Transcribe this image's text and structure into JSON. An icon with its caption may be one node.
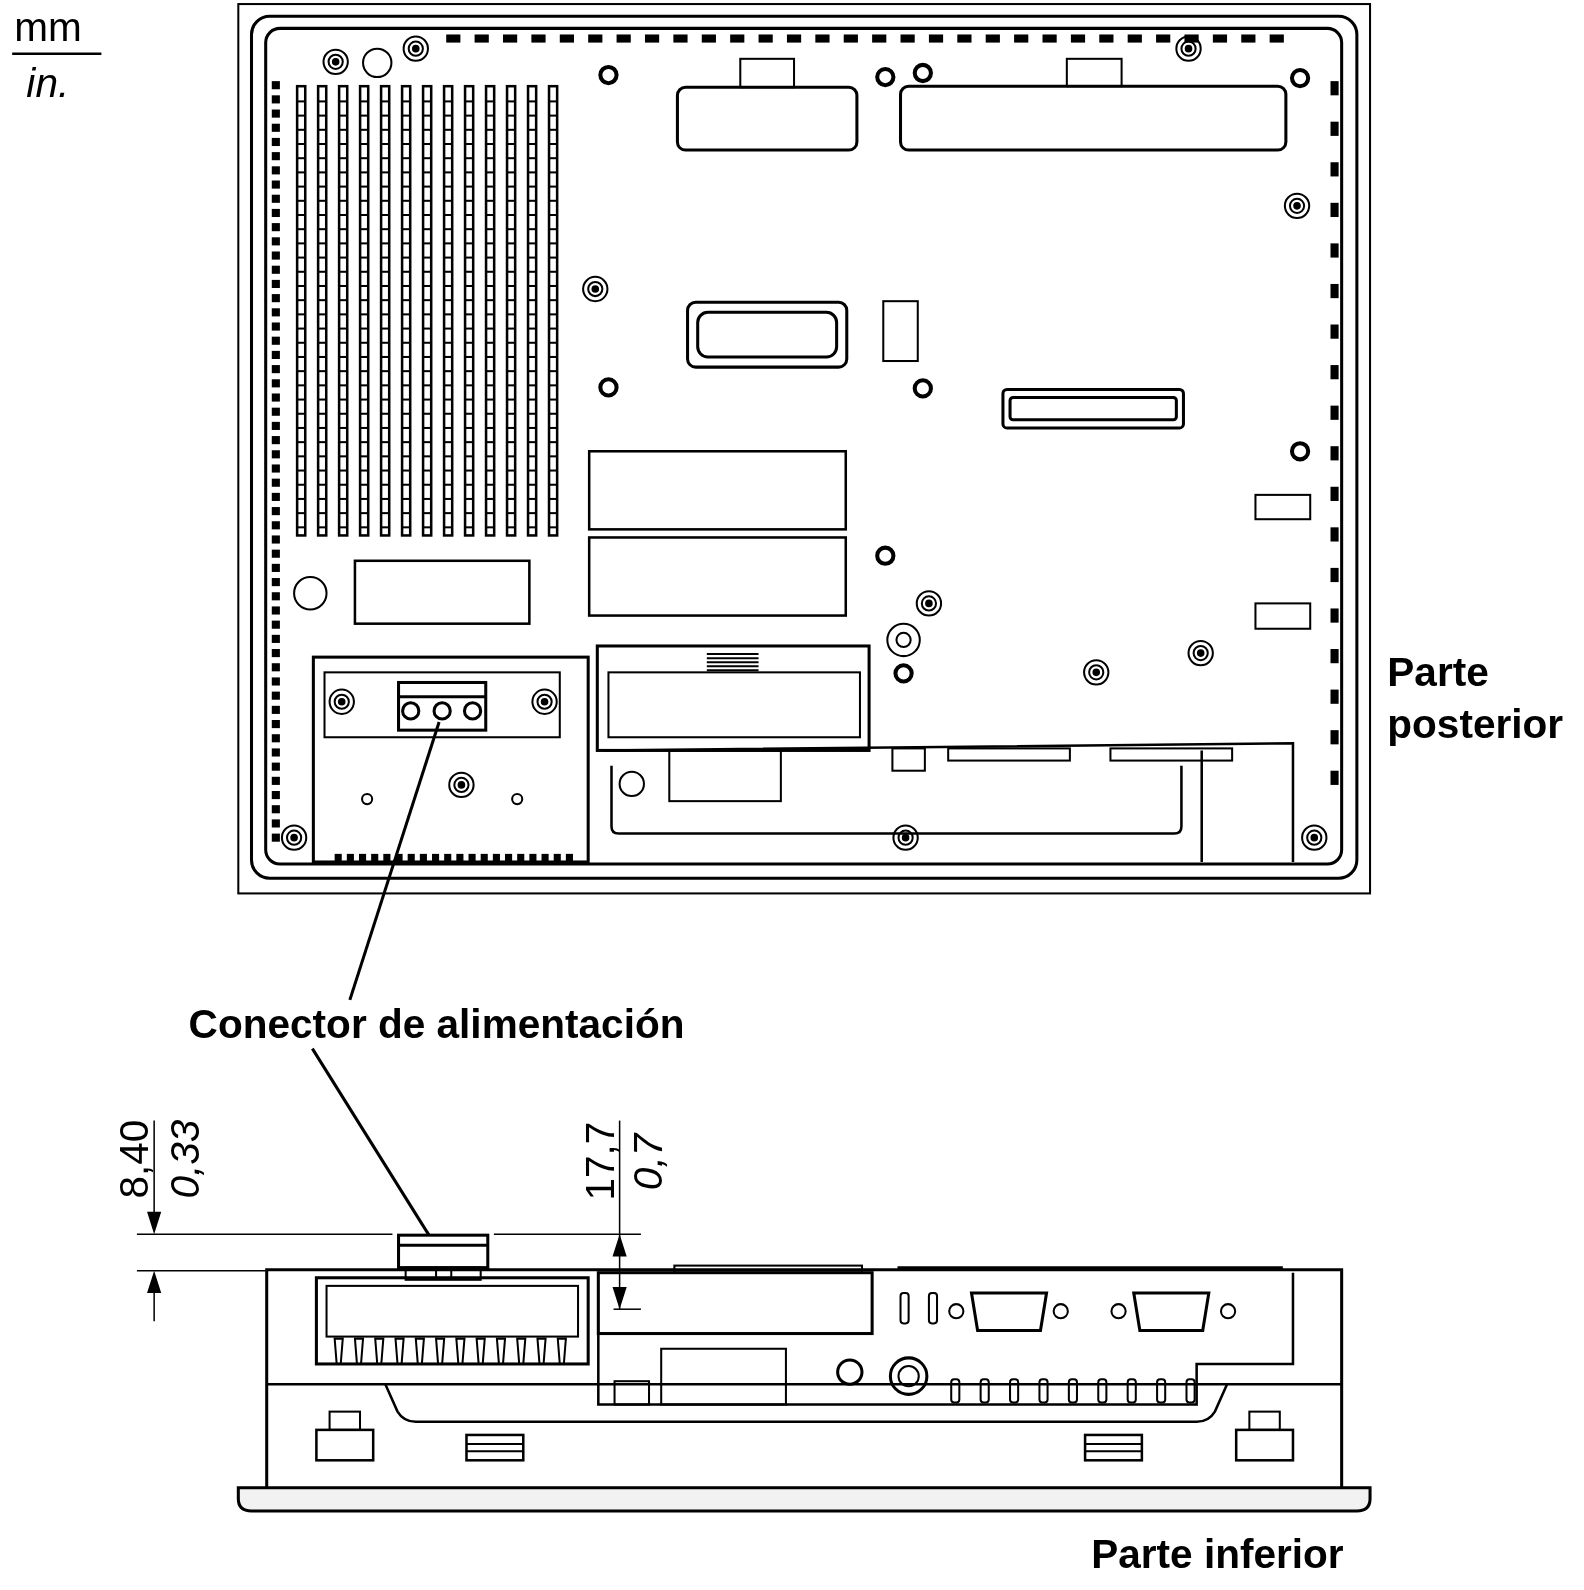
{
  "diagram": {
    "nodes": [
      {
        "text": [
          "Conector de alimentación"
        ]
      },
      {
        "text": [],
        "shape": "picture"
      },
      {
        "text": [],
        "shape": "picture"
      }
    ],
    "edges": [
      {
        "from": 0,
        "to": 1,
        "arrow": "none"
      },
      {
        "from": 0,
        "to": 2,
        "arrow": "none"
      }
    ],
    "labels": [
      "mm",
      "in.",
      "Parte posterior",
      "8,40",
      "0,33",
      "17,7",
      "0,7",
      "Parte inferior"
    ]
  }
}
